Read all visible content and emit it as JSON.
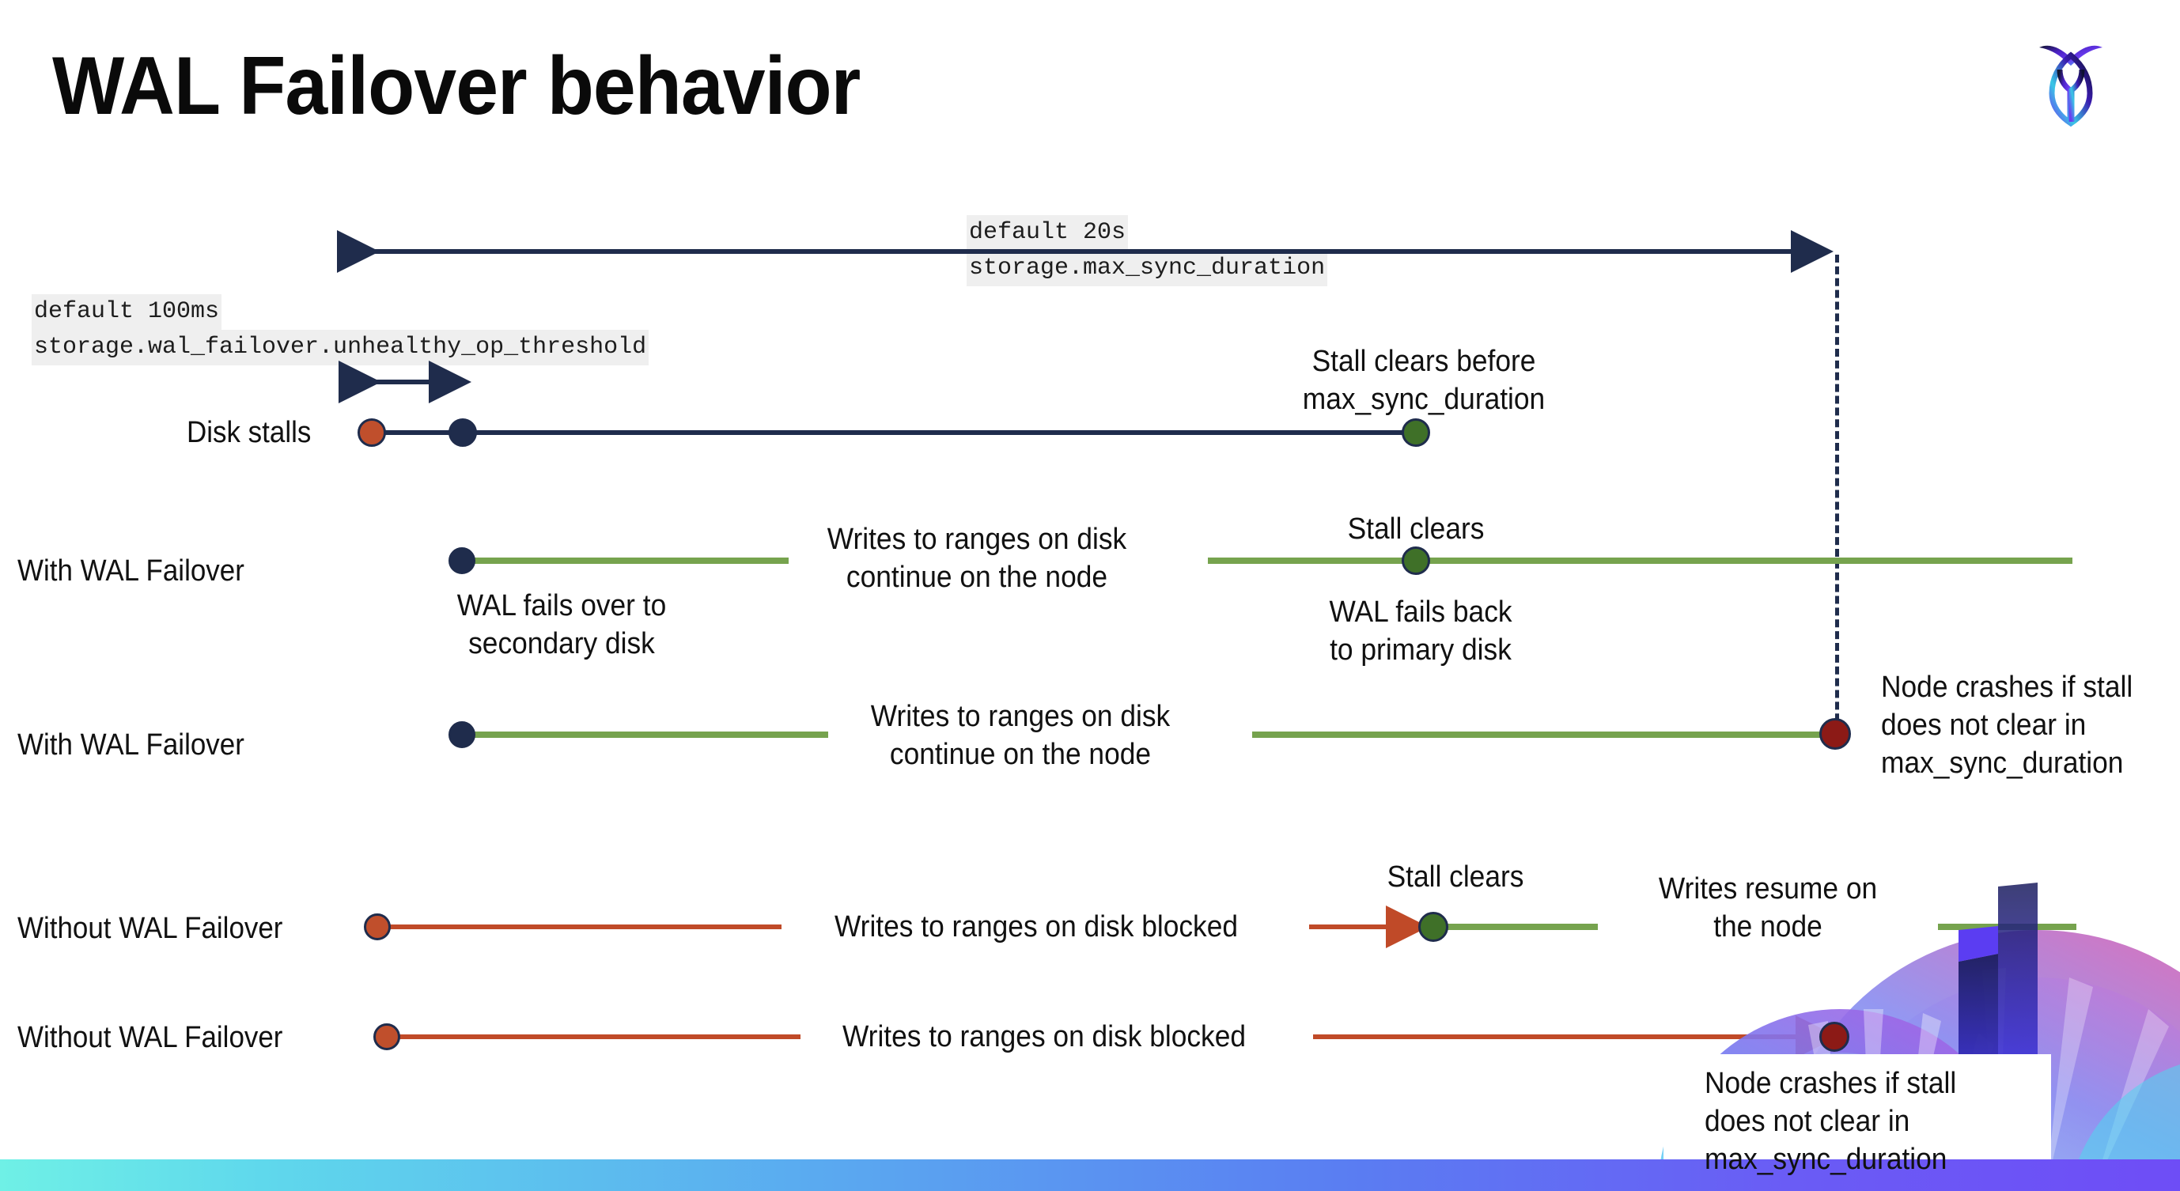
{
  "slide": {
    "title": "WAL Failover behavior",
    "logo_name": "cockroachdb-logo"
  },
  "config_labels": {
    "max_sync": {
      "line1": "default 20s",
      "line2": "storage.max_sync_duration"
    },
    "unhealthy_op": {
      "line1": "default 100ms",
      "line2": "storage.wal_failover.unhealthy_op_threshold"
    }
  },
  "rows": [
    {
      "id": "disk-stalls",
      "label": "Disk stalls",
      "annotations": [
        {
          "id": "stall-clears-before",
          "text": "Stall clears before\nmax_sync_duration"
        }
      ]
    },
    {
      "id": "with-wal-failover-1",
      "label": "With WAL Failover",
      "annotations": [
        {
          "id": "writes-continue-1",
          "text": "Writes to ranges on disk\ncontinue on the node"
        },
        {
          "id": "stall-clears-1",
          "text": "Stall clears"
        },
        {
          "id": "wal-fails-over",
          "text": "WAL fails over to\nsecondary disk"
        },
        {
          "id": "wal-fails-back",
          "text": "WAL fails  back\nto primary disk"
        }
      ]
    },
    {
      "id": "with-wal-failover-2",
      "label": "With WAL Failover",
      "annotations": [
        {
          "id": "writes-continue-2",
          "text": "Writes to ranges on disk\ncontinue on the node"
        },
        {
          "id": "node-crashes-1",
          "text": "Node crashes if stall\ndoes not clear in\nmax_sync_duration"
        }
      ]
    },
    {
      "id": "without-wal-failover-1",
      "label": "Without WAL Failover",
      "annotations": [
        {
          "id": "writes-blocked-1",
          "text": "Writes to ranges on disk  blocked"
        },
        {
          "id": "stall-clears-2",
          "text": "Stall clears"
        },
        {
          "id": "writes-resume",
          "text": "Writes resume on\nthe node"
        }
      ]
    },
    {
      "id": "without-wal-failover-2",
      "label": "Without WAL Failover",
      "annotations": [
        {
          "id": "writes-blocked-2",
          "text": "Writes to ranges on disk  blocked"
        },
        {
          "id": "node-crashes-2",
          "text": "Node crashes if stall\ndoes not clear in\nmax_sync_duration"
        }
      ]
    }
  ],
  "colors": {
    "navy": "#1f2c4c",
    "green_line": "#76a34e",
    "green_dot": "#3f7028",
    "orange": "#c04f2c",
    "orange_line": "#c04a28",
    "dark_red": "#8c1a16",
    "code_chip_bg": "#efefef",
    "bottom_bar_start": "#6ff0e6",
    "bottom_bar_end": "#6e4df6"
  }
}
